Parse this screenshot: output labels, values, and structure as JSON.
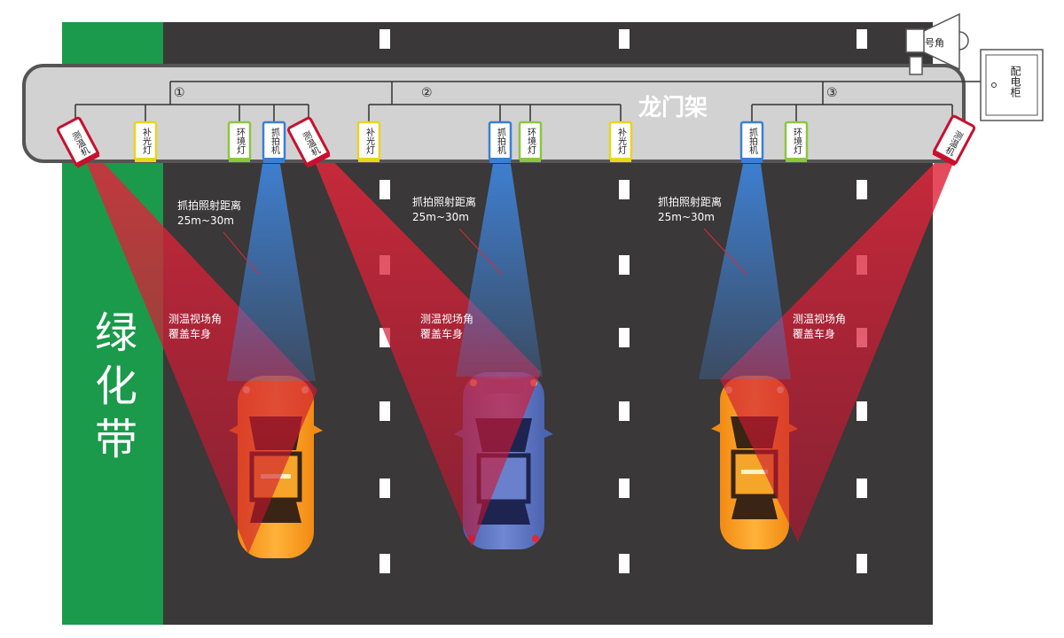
{
  "gantry": {
    "title": "龙门架"
  },
  "green_belt": {
    "label": "绿化带",
    "color": "#1a9a4a"
  },
  "horn": {
    "label": "号角"
  },
  "power_cabinet": {
    "label": "配电柜"
  },
  "groups": [
    {
      "marker": "①"
    },
    {
      "marker": "②"
    },
    {
      "marker": "③"
    }
  ],
  "devices": {
    "thermal_camera": "测温机",
    "capture_camera": "抓拍机",
    "fill_light": "补光灯",
    "ambient_light": "环境灯"
  },
  "annotations": {
    "capture_distance_line1": "抓拍照射距离",
    "capture_distance_line2": "25m~30m",
    "thermal_view_line1": "测温视场角",
    "thermal_view_line2": "覆盖车身"
  },
  "colors": {
    "road": "#3a3838",
    "gantry_fill": "#d2d2d2",
    "gantry_stroke": "#555555",
    "thermal": "#c8102e",
    "capture": "#3a7fd5",
    "fill_light": "#e8d51c",
    "ambient_light": "#8cc63f",
    "car_orange": "#f39c1a",
    "car_blue": "#5b6fb8"
  }
}
